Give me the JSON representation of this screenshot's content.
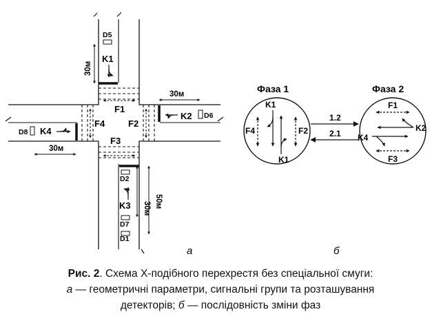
{
  "left_diagram": {
    "sublabel": "а",
    "flows": [
      "F1",
      "F2",
      "F3",
      "F4"
    ],
    "groups": [
      "K1",
      "K2",
      "K3",
      "K4"
    ],
    "detectors": [
      "D1",
      "D2",
      "D5",
      "D6",
      "D7",
      "D8"
    ],
    "dims": {
      "north": "30м",
      "east": "30м",
      "west": "30м",
      "south_inner": "30м",
      "south_outer": "50м"
    }
  },
  "right_diagram": {
    "sublabel": "б",
    "phase1": {
      "title": "Фаза 1",
      "flows": [
        "F4",
        "F2"
      ],
      "groups_top": "K1",
      "groups_bottom": "K1"
    },
    "phase2": {
      "title": "Фаза 2",
      "flows": [
        "F1",
        "F3"
      ],
      "group_right": "K2",
      "group_left": "K4"
    },
    "transition_12": "1.2",
    "transition_21": "2.1"
  },
  "caption": {
    "label": "Рис. 2",
    "line1_rest": ". Схема Х-подібного перехрестя без спеціальної смуги:",
    "a": "а",
    "line2_rest": " — геометричні параметри, сигнальні групи та розташування",
    "line3_start": "детекторів; ",
    "b": "б",
    "line3_rest": " — послідовність зміни фаз"
  }
}
